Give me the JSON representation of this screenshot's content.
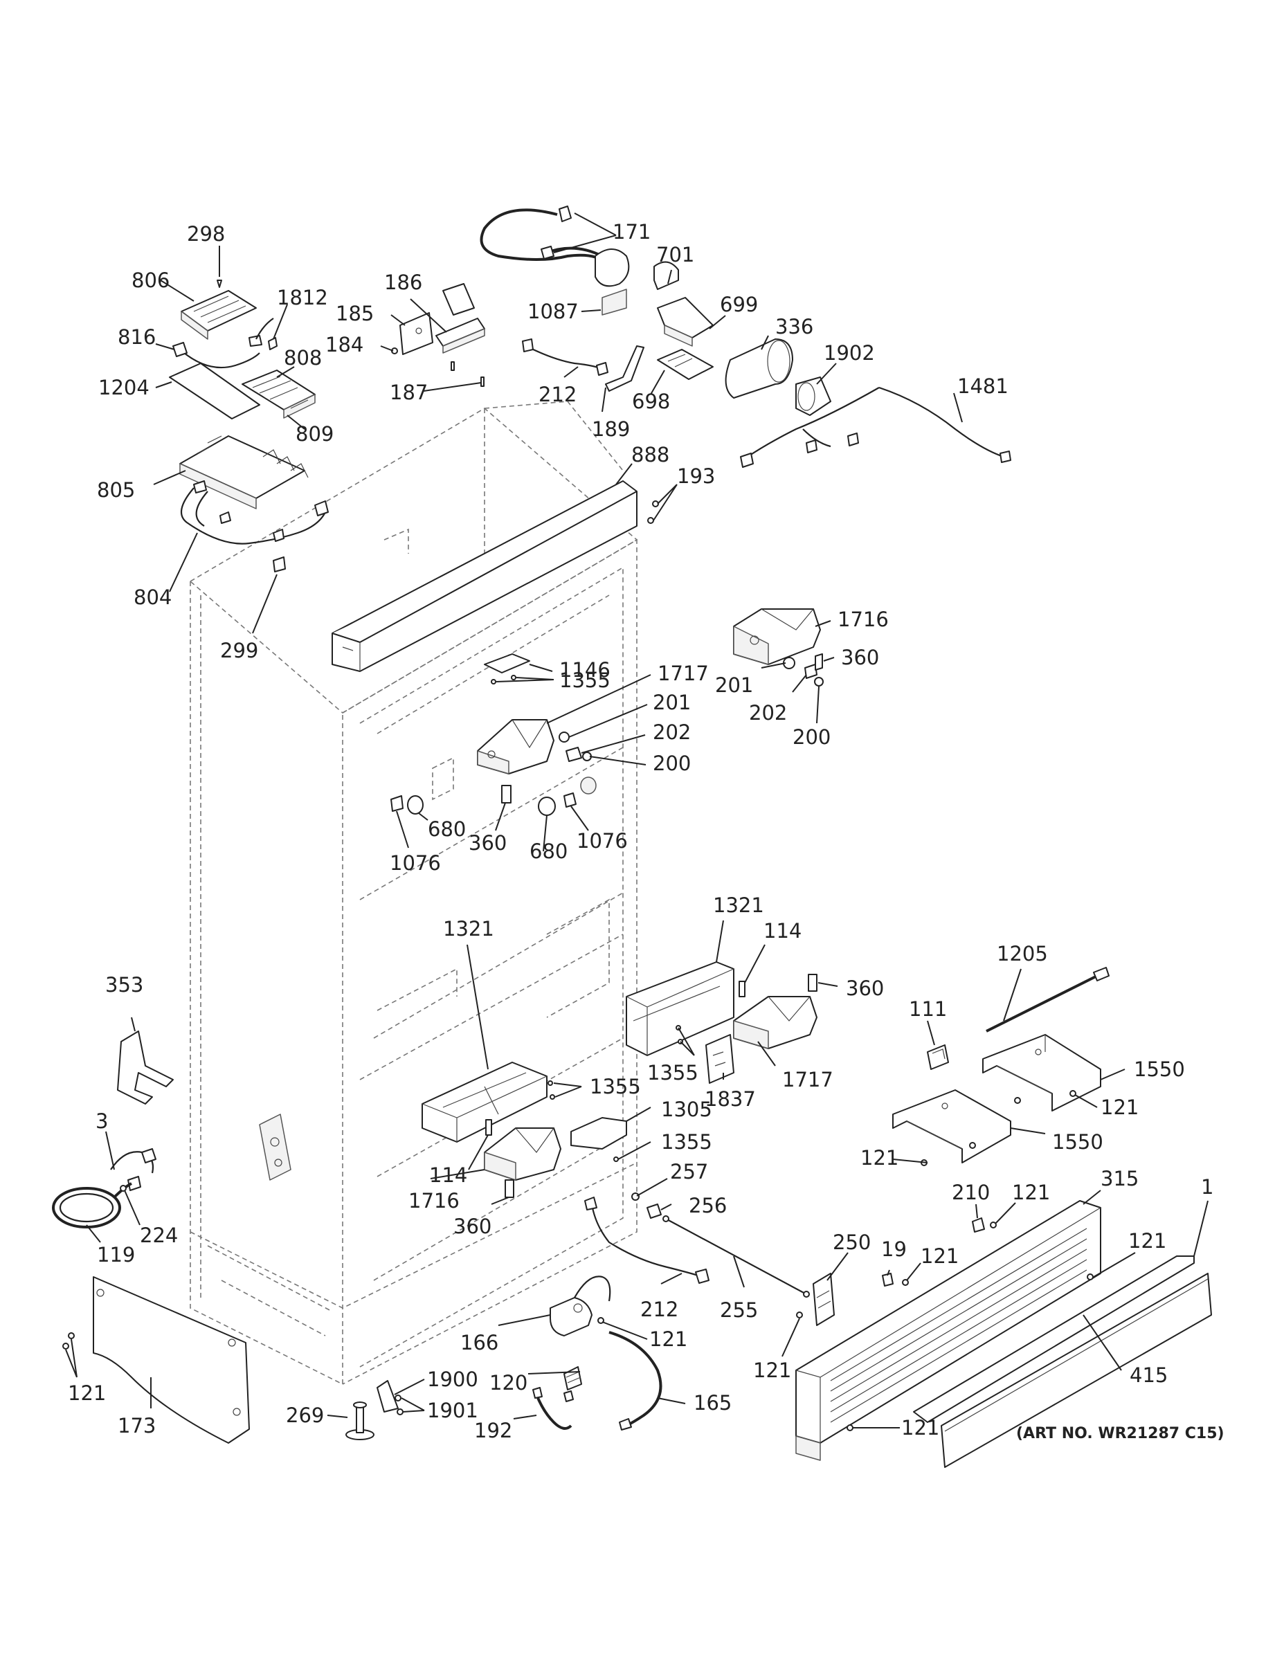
{
  "callouts": [
    {
      "id": "c298",
      "text": "298"
    },
    {
      "id": "c806",
      "text": "806"
    },
    {
      "id": "c1812",
      "text": "1812"
    },
    {
      "id": "c816",
      "text": "816"
    },
    {
      "id": "c808",
      "text": "808"
    },
    {
      "id": "c1204",
      "text": "1204"
    },
    {
      "id": "c809",
      "text": "809"
    },
    {
      "id": "c805",
      "text": "805"
    },
    {
      "id": "c804",
      "text": "804"
    },
    {
      "id": "c299",
      "text": "299"
    },
    {
      "id": "c186",
      "text": "186"
    },
    {
      "id": "c185",
      "text": "185"
    },
    {
      "id": "c184",
      "text": "184"
    },
    {
      "id": "c187",
      "text": "187"
    },
    {
      "id": "c171",
      "text": "171"
    },
    {
      "id": "c701",
      "text": "701"
    },
    {
      "id": "c1087",
      "text": "1087"
    },
    {
      "id": "c699",
      "text": "699"
    },
    {
      "id": "c336",
      "text": "336"
    },
    {
      "id": "c1902",
      "text": "1902"
    },
    {
      "id": "c212a",
      "text": "212"
    },
    {
      "id": "c698",
      "text": "698"
    },
    {
      "id": "c189",
      "text": "189"
    },
    {
      "id": "c1481",
      "text": "1481"
    },
    {
      "id": "c888",
      "text": "888"
    },
    {
      "id": "c193",
      "text": "193"
    },
    {
      "id": "c1716a",
      "text": "1716"
    },
    {
      "id": "c360a",
      "text": "360"
    },
    {
      "id": "c201a",
      "text": "201"
    },
    {
      "id": "c202a",
      "text": "202"
    },
    {
      "id": "c200a",
      "text": "200"
    },
    {
      "id": "c1146",
      "text": "1146"
    },
    {
      "id": "c1355a",
      "text": "1355"
    },
    {
      "id": "c1717a",
      "text": "1717"
    },
    {
      "id": "c201b",
      "text": "201"
    },
    {
      "id": "c202b",
      "text": "202"
    },
    {
      "id": "c200b",
      "text": "200"
    },
    {
      "id": "c680a",
      "text": "680"
    },
    {
      "id": "c1076a",
      "text": "1076"
    },
    {
      "id": "c360b",
      "text": "360"
    },
    {
      "id": "c680b",
      "text": "680"
    },
    {
      "id": "c1076b",
      "text": "1076"
    },
    {
      "id": "c1321a",
      "text": "1321"
    },
    {
      "id": "c114a",
      "text": "114"
    },
    {
      "id": "c360c",
      "text": "360"
    },
    {
      "id": "c1205",
      "text": "1205"
    },
    {
      "id": "c111",
      "text": "111"
    },
    {
      "id": "c1550a",
      "text": "1550"
    },
    {
      "id": "c1321b",
      "text": "1321"
    },
    {
      "id": "c1355b",
      "text": "1355"
    },
    {
      "id": "c1717b",
      "text": "1717"
    },
    {
      "id": "c1355c",
      "text": "1355"
    },
    {
      "id": "c1837",
      "text": "1837"
    },
    {
      "id": "c121a",
      "text": "121"
    },
    {
      "id": "c1550b",
      "text": "1550"
    },
    {
      "id": "c1305",
      "text": "1305"
    },
    {
      "id": "c353",
      "text": "353"
    },
    {
      "id": "c3",
      "text": "3"
    },
    {
      "id": "c1355d",
      "text": "1355"
    },
    {
      "id": "c114b",
      "text": "114"
    },
    {
      "id": "c121b",
      "text": "121"
    },
    {
      "id": "c1716b",
      "text": "1716"
    },
    {
      "id": "c257",
      "text": "257"
    },
    {
      "id": "c315",
      "text": "315"
    },
    {
      "id": "c256",
      "text": "256"
    },
    {
      "id": "c210",
      "text": "210"
    },
    {
      "id": "c121c",
      "text": "121"
    },
    {
      "id": "c1",
      "text": "1"
    },
    {
      "id": "c360d",
      "text": "360"
    },
    {
      "id": "c224",
      "text": "224"
    },
    {
      "id": "c250",
      "text": "250"
    },
    {
      "id": "c19",
      "text": "19"
    },
    {
      "id": "c121d",
      "text": "121"
    },
    {
      "id": "c121e",
      "text": "121"
    },
    {
      "id": "c119",
      "text": "119"
    },
    {
      "id": "c212b",
      "text": "212"
    },
    {
      "id": "c255",
      "text": "255"
    },
    {
      "id": "c166",
      "text": "166"
    },
    {
      "id": "c121f",
      "text": "121"
    },
    {
      "id": "c121g",
      "text": "121"
    },
    {
      "id": "c415",
      "text": "415"
    },
    {
      "id": "c1900",
      "text": "1900"
    },
    {
      "id": "c120",
      "text": "120"
    },
    {
      "id": "c121h",
      "text": "121"
    },
    {
      "id": "c1901",
      "text": "1901"
    },
    {
      "id": "c165",
      "text": "165"
    },
    {
      "id": "c173",
      "text": "173"
    },
    {
      "id": "c269",
      "text": "269"
    },
    {
      "id": "c192",
      "text": "192"
    },
    {
      "id": "c121i",
      "text": "121"
    }
  ],
  "art_number": "(ART NO. WR21287 C15)"
}
